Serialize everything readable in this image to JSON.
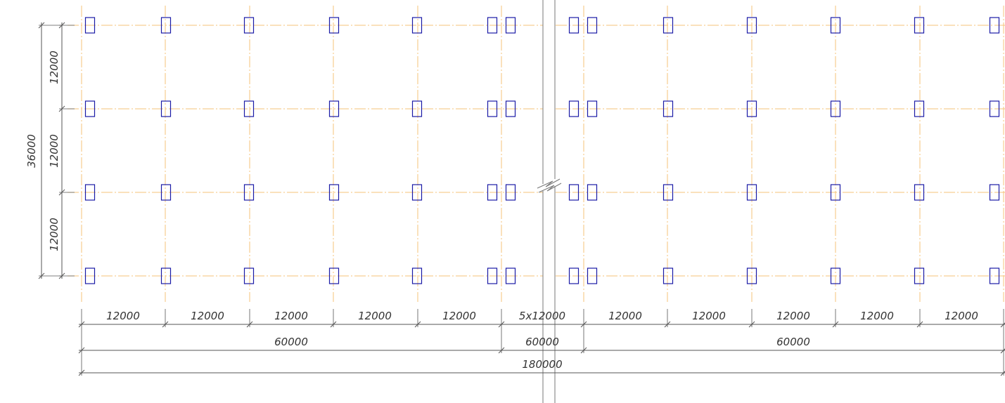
{
  "plan": {
    "bay_label_left": [
      "12000",
      "12000",
      "12000",
      "12000",
      "12000"
    ],
    "break_label": "5x12000",
    "bay_label_right": [
      "12000",
      "12000",
      "12000",
      "12000",
      "12000"
    ],
    "group_label_left": "60000",
    "group_label_middle": "60000",
    "group_label_right": "60000",
    "total_length_label": "180000",
    "row_span_labels": [
      "12000",
      "12000",
      "12000"
    ],
    "total_width_label": "36000",
    "grid_rows": 4,
    "columns_per_side": 6
  },
  "colors": {
    "axis_line": "#f5c37a",
    "column": "#1a1aa6",
    "dimension_line": "#555555",
    "break_line": "#777777"
  }
}
